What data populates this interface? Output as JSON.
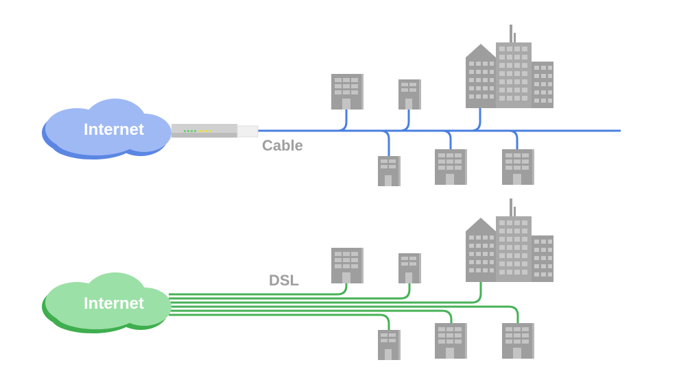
{
  "cable_section": {
    "cloud_label": "Internet",
    "connection_label": "Cable",
    "cloud_color": "#9fb9f5",
    "cloud_shadow": "#5b86e3",
    "line_color": "#4a7fe0"
  },
  "dsl_section": {
    "cloud_label": "Internet",
    "connection_label": "DSL",
    "cloud_color": "#9be0a6",
    "cloud_shadow": "#3fae4f",
    "line_color": "#45b256"
  },
  "building_color": "#9e9e9e"
}
